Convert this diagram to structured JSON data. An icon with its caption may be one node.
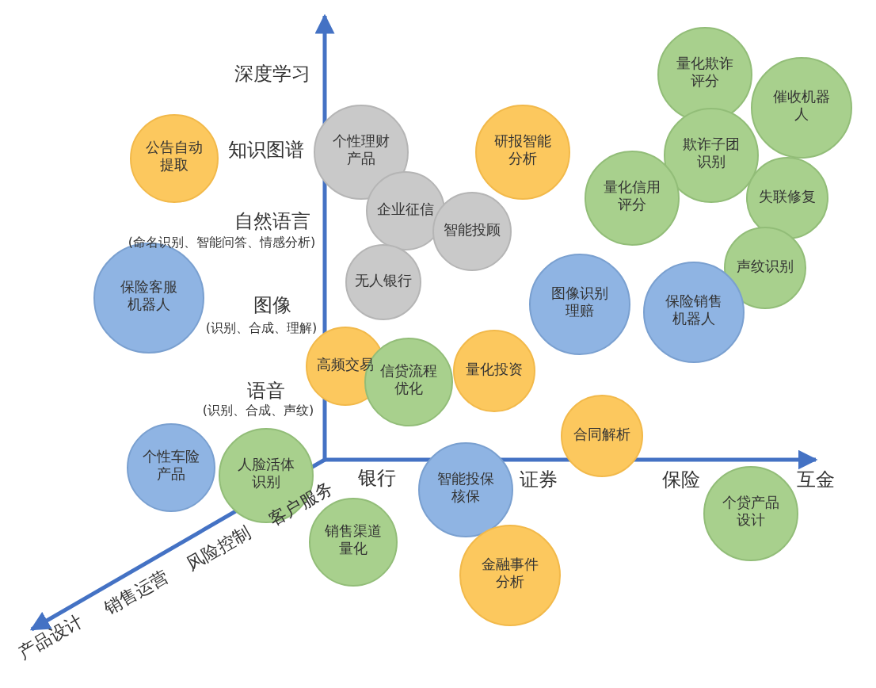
{
  "diagram": {
    "nodes": [
      {
        "text": [
          "公告自动提取"
        ]
      },
      {
        "text": [
          "个性理财产品"
        ]
      },
      {
        "text": [
          "企业征信"
        ]
      },
      {
        "text": [
          "智能投顾"
        ]
      },
      {
        "text": [
          "无人银行"
        ]
      },
      {
        "text": [
          "研报智能分析"
        ]
      },
      {
        "text": [
          "量化欺诈评分"
        ]
      },
      {
        "text": [
          "催收机器人"
        ]
      },
      {
        "text": [
          "欺诈子团识别"
        ]
      },
      {
        "text": [
          "量化信用评分"
        ]
      },
      {
        "text": [
          "失联修复"
        ]
      },
      {
        "text": [
          "声纹识别"
        ]
      },
      {
        "text": [
          "保险客服机器人"
        ]
      },
      {
        "text": [
          "图像识别理赔"
        ]
      },
      {
        "text": [
          "保险销售机器人"
        ]
      },
      {
        "text": [
          "高频交易"
        ]
      },
      {
        "text": [
          "信贷流程优化"
        ]
      },
      {
        "text": [
          "量化投资"
        ]
      },
      {
        "text": [
          "合同解析"
        ]
      },
      {
        "text": [
          "个性车险产品"
        ]
      },
      {
        "text": [
          "人脸活体识别"
        ]
      },
      {
        "text": [
          "智能投保核保"
        ]
      },
      {
        "text": [
          "销售渠道量化"
        ]
      },
      {
        "text": [
          "金融事件分析"
        ]
      },
      {
        "text": [
          "个贷产品设计"
        ]
      }
    ],
    "labels": [
      "深度学习",
      "知识图谱",
      "自然语言",
      "(命名识别、智能问答、情感分析)",
      "图像",
      "(识别、合成、理解)",
      "语音",
      "(识别、合成、声纹)",
      "银行",
      "证券",
      "保险",
      "互金",
      "客户服务",
      "风险控制",
      "销售运营",
      "产品设计"
    ]
  }
}
